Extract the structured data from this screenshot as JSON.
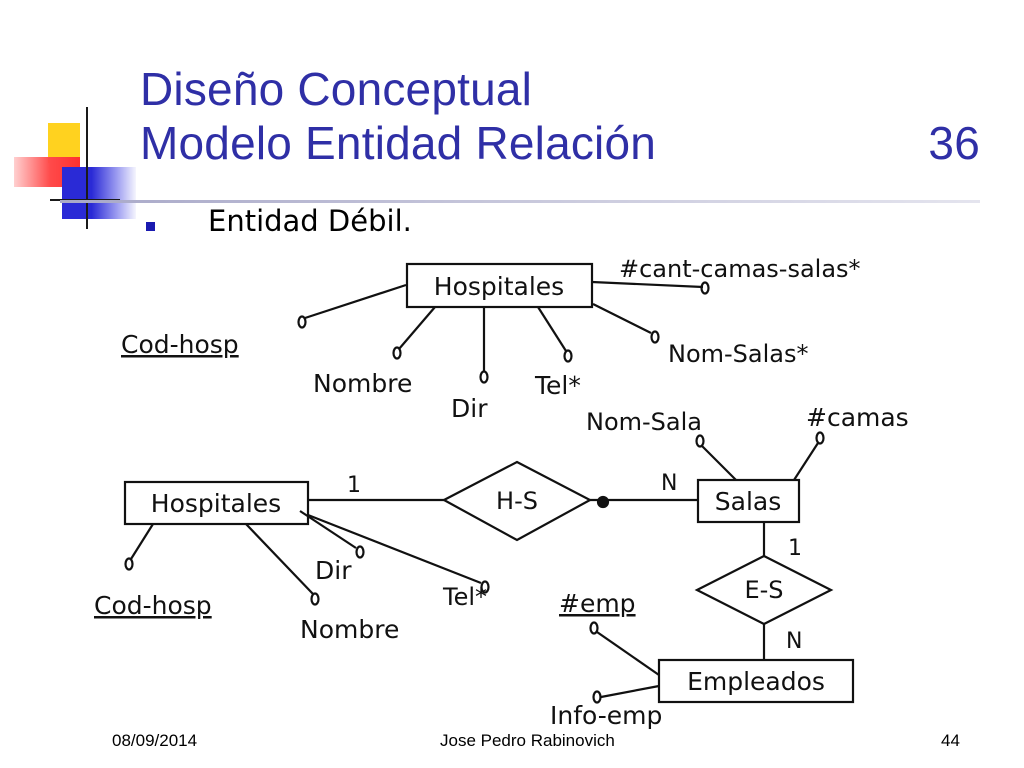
{
  "slide": {
    "title_line1": "Diseño Conceptual",
    "title_line2": "Modelo Entidad Relación",
    "title_number": "36",
    "bullet": "Entidad Débil."
  },
  "diagram": {
    "top": {
      "entity": "Hospitales",
      "attributes": {
        "cant_camas": "#cant-camas-salas*",
        "cod_hosp": "Cod-hosp",
        "nombre": "Nombre",
        "dir": "Dir",
        "tel": "Tel*",
        "nom_salas": "Nom-Salas*"
      }
    },
    "bottom": {
      "entity_hospitales": "Hospitales",
      "relationship_hs": "H-S",
      "entity_salas": "Salas",
      "relationship_es": "E-S",
      "entity_empleados": "Empleados",
      "cardinality_hs_left": "1",
      "cardinality_hs_right": "N",
      "cardinality_es_top": "1",
      "cardinality_es_bottom": "N",
      "attributes": {
        "nom_sala": "Nom-Sala",
        "camas": "#camas",
        "dir": "Dir",
        "tel": "Tel*",
        "cod_hosp": "Cod-hosp",
        "nombre": "Nombre",
        "emp": "#emp",
        "info_emp": "Info-emp"
      }
    }
  },
  "footer": {
    "date": "08/09/2014",
    "author": "Jose Pedro Rabinovich",
    "page": "44"
  },
  "colors": {
    "title": "#2f2fa6",
    "bullet": "#1a1ab0",
    "deco_yellow": "#ffd21f",
    "deco_blue": "#2a2ad6",
    "deco_red": "#ff4040"
  }
}
